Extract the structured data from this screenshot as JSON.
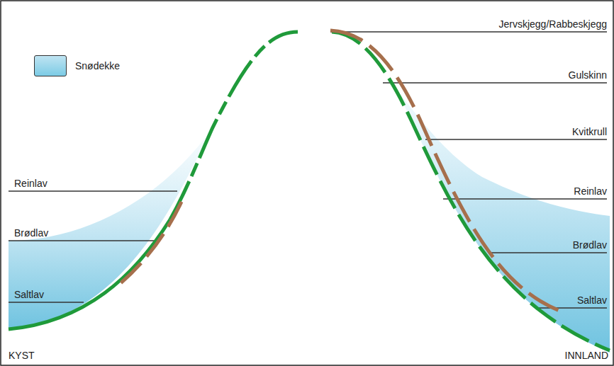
{
  "diagram": {
    "labels": [
      "Jervskjegg/Rabbeskjegg",
      "Gulskinn",
      "Kvitkrull",
      "Reinlav",
      "Reinlav",
      "Brødlav",
      "Brødlav",
      "Saltlav",
      "Saltlav",
      "KYST",
      "INNLAND"
    ],
    "legend": [
      {
        "text": "Snødekke",
        "color": "#bfe4f2"
      }
    ]
  }
}
